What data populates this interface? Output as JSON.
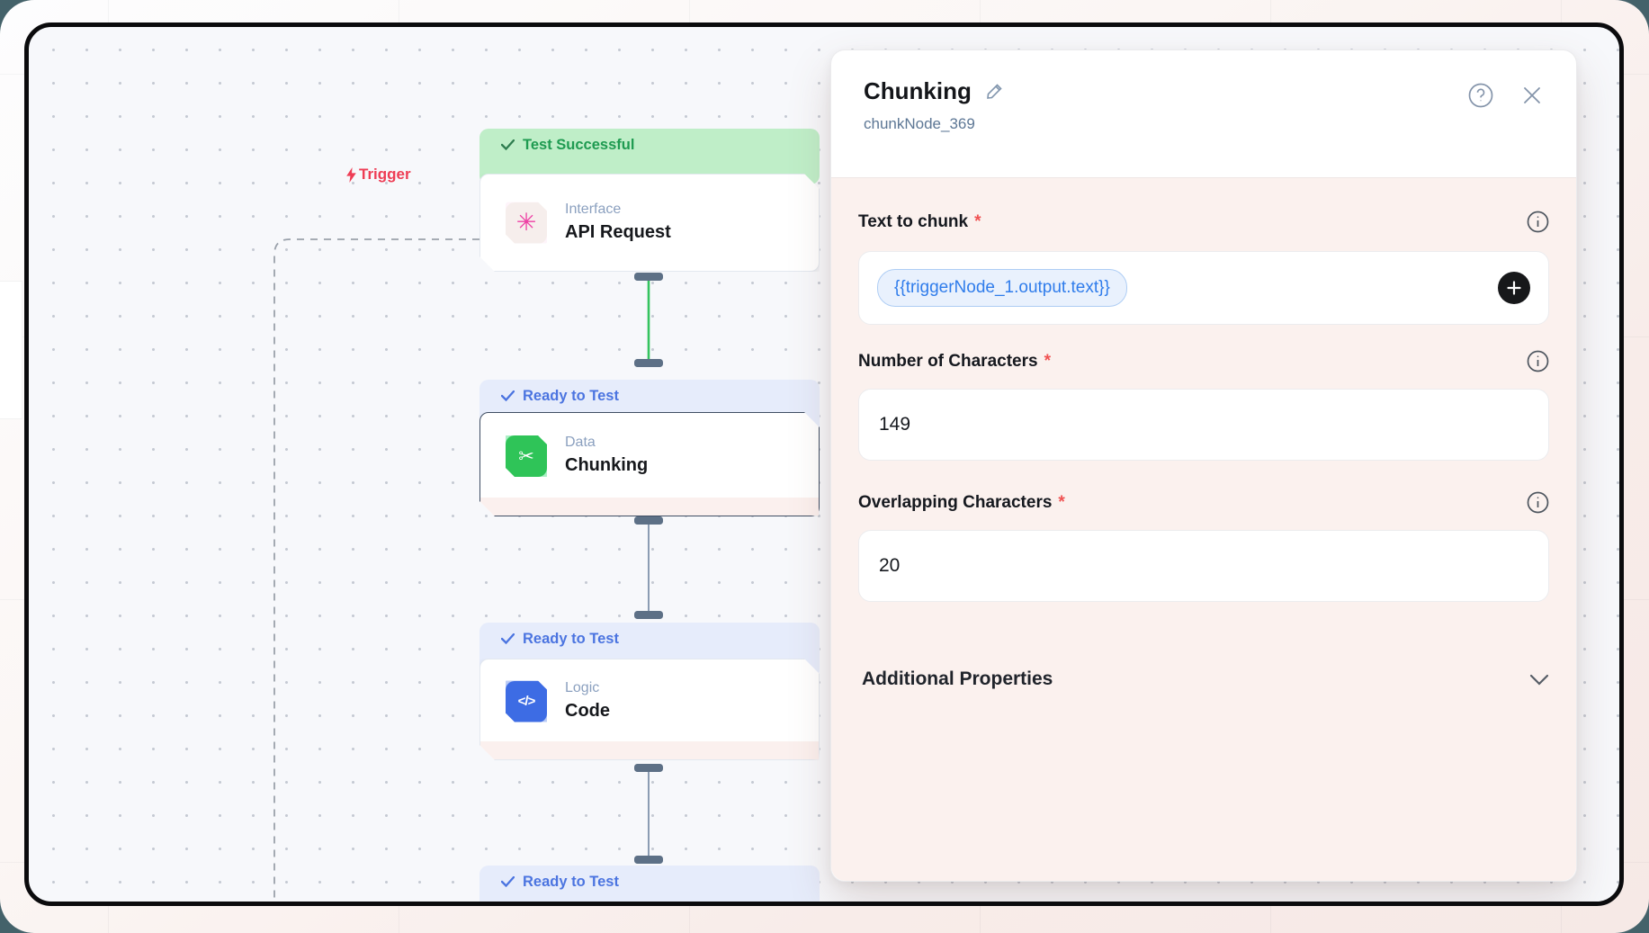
{
  "canvas": {
    "trigger": {
      "label": "Trigger"
    },
    "nodes": [
      {
        "status": "Test Successful",
        "category": "Interface",
        "name": "API Request",
        "icon_glyph": "✳"
      },
      {
        "status": "Ready to Test",
        "category": "Data",
        "name": "Chunking",
        "icon_glyph": "✂"
      },
      {
        "status": "Ready to Test",
        "category": "Logic",
        "name": "Code",
        "icon_glyph": "</>"
      },
      {
        "status": "Ready to Test"
      }
    ]
  },
  "panel": {
    "title": "Chunking",
    "node_id": "chunkNode_369",
    "required_mark": "*",
    "fields": [
      {
        "label": "Text to chunk",
        "value": "{{triggerNode_1.output.text}}"
      },
      {
        "label": "Number of Characters",
        "value": "149"
      },
      {
        "label": "Overlapping Characters",
        "value": "20"
      }
    ],
    "additional_properties": "Additional Properties"
  },
  "colors": {
    "status_success": "#1f9b51",
    "status_ready": "#4b74e0",
    "trigger_red": "#ee3d55",
    "node_green": "#2fc458",
    "node_blue": "#3d6ce4",
    "node_pink": "#ee3fa4",
    "variable_blue": "#2f7ceb",
    "panel_body_bg": "#fbf1ee"
  }
}
